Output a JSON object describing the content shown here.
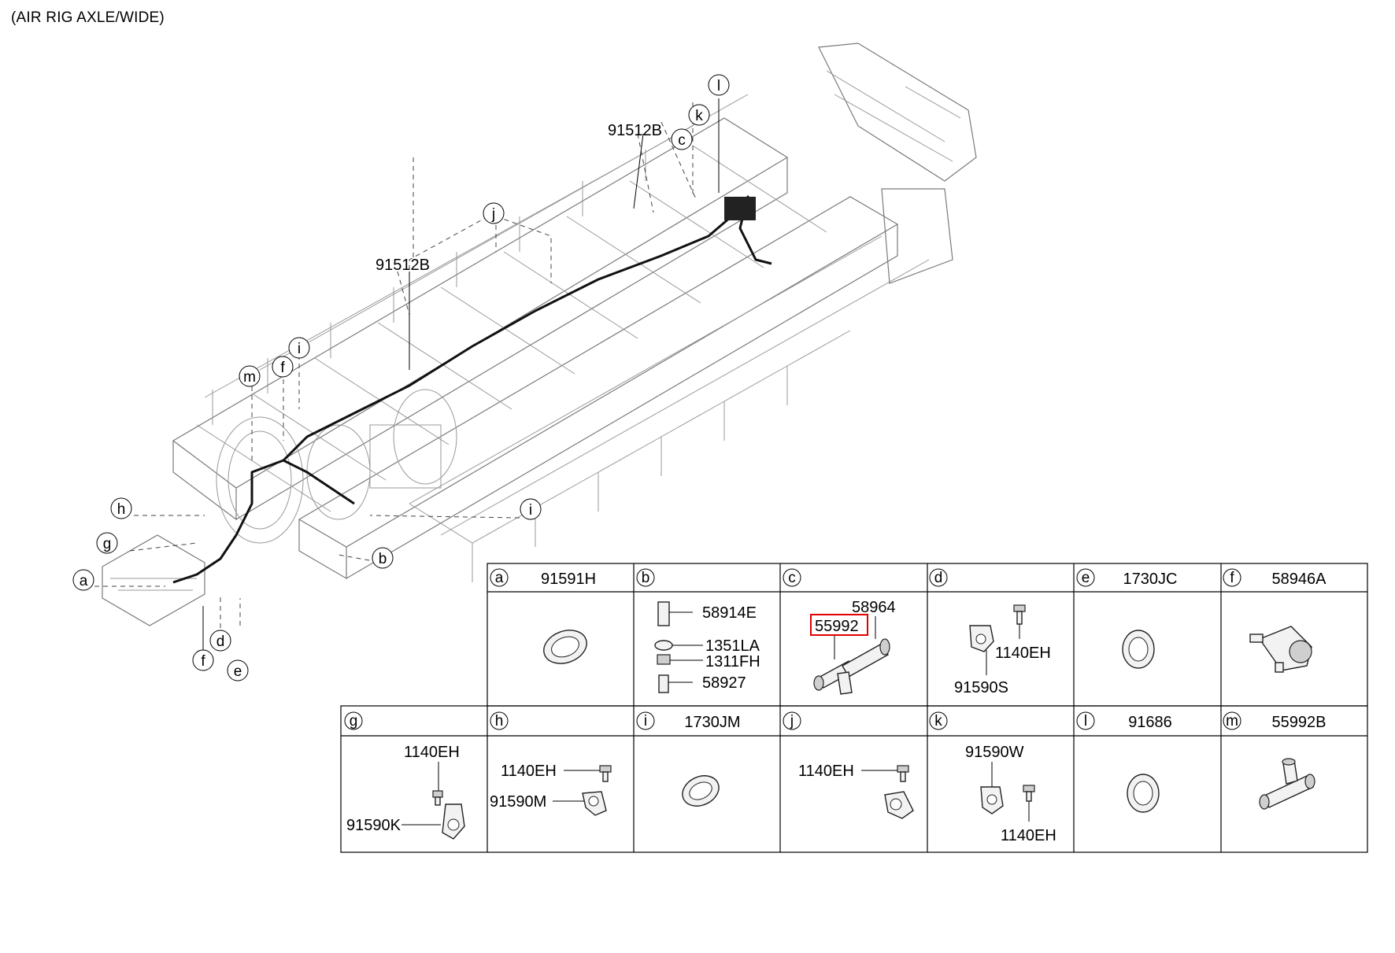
{
  "caption": "(AIR RIG AXLE/WIDE)",
  "diagram_callouts": {
    "part_91512B_top": "91512B",
    "part_91512B_mid": "91512B",
    "l": "l",
    "k": "k",
    "c": "c",
    "j": "j",
    "i_top": "i",
    "f_top": "f",
    "m": "m",
    "h": "h",
    "g": "g",
    "a": "a",
    "i_right": "i",
    "b": "b",
    "d": "d",
    "f_bottom": "f",
    "e": "e"
  },
  "legend": {
    "row1": [
      {
        "letter": "a",
        "part": "91591H",
        "labels": []
      },
      {
        "letter": "b",
        "part": "",
        "labels": [
          "58914E",
          "1351LA",
          "1311FH",
          "58927"
        ]
      },
      {
        "letter": "c",
        "part": "",
        "labels": [
          "58964",
          "55992"
        ]
      },
      {
        "letter": "d",
        "part": "",
        "labels": [
          "1140EH",
          "91590S"
        ]
      },
      {
        "letter": "e",
        "part": "1730JC",
        "labels": []
      },
      {
        "letter": "f",
        "part": "58946A",
        "labels": []
      }
    ],
    "row2": [
      {
        "letter": "g",
        "part": "",
        "labels": [
          "1140EH",
          "91590K"
        ]
      },
      {
        "letter": "h",
        "part": "",
        "labels": [
          "1140EH",
          "91590M"
        ]
      },
      {
        "letter": "i",
        "part": "1730JM",
        "labels": []
      },
      {
        "letter": "j",
        "part": "",
        "labels": [
          "1140EH"
        ]
      },
      {
        "letter": "k",
        "part": "",
        "labels": [
          "91590W",
          "1140EH"
        ]
      },
      {
        "letter": "l",
        "part": "91686",
        "labels": []
      },
      {
        "letter": "m",
        "part": "55992B",
        "labels": []
      }
    ]
  },
  "highlight": {
    "part": "55992",
    "color": "#e00000"
  }
}
